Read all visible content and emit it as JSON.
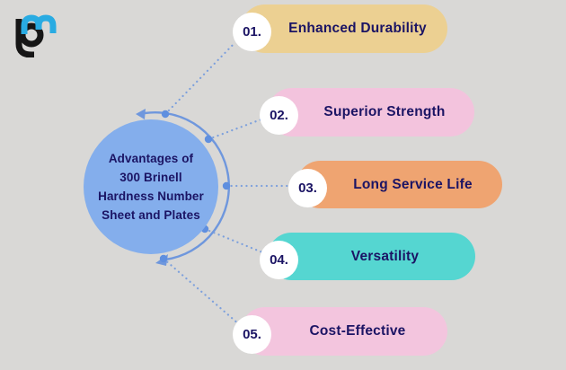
{
  "page": {
    "background": "#d9d8d6"
  },
  "logo": {
    "name": "pm-logo",
    "blue": "#29abe2",
    "black": "#161616"
  },
  "center": {
    "title_lines": {
      "line1": "Advantages of",
      "line2": "300 Brinell",
      "line3": "Hardness Number",
      "line4": "Sheet and Plates"
    },
    "fill": "#84aeec",
    "text_color": "#1b1464"
  },
  "connector": {
    "arc_color": "#6f97dd",
    "dotted_color": "#7da0dc",
    "node_color": "#5f8fdf"
  },
  "items": [
    {
      "number": "01.",
      "label": "Enhanced Durability",
      "color": "#ecd092",
      "text_color": "#1b1464"
    },
    {
      "number": "02.",
      "label": "Superior Strength",
      "color": "#f3c3dd",
      "text_color": "#1b1464"
    },
    {
      "number": "03.",
      "label": "Long Service Life",
      "color": "#efa471",
      "text_color": "#1b1464"
    },
    {
      "number": "04.",
      "label": "Versatility",
      "color": "#55d6d1",
      "text_color": "#1b1464"
    },
    {
      "number": "05.",
      "label": "Cost-Effective",
      "color": "#f3c5de",
      "text_color": "#1b1464"
    }
  ]
}
